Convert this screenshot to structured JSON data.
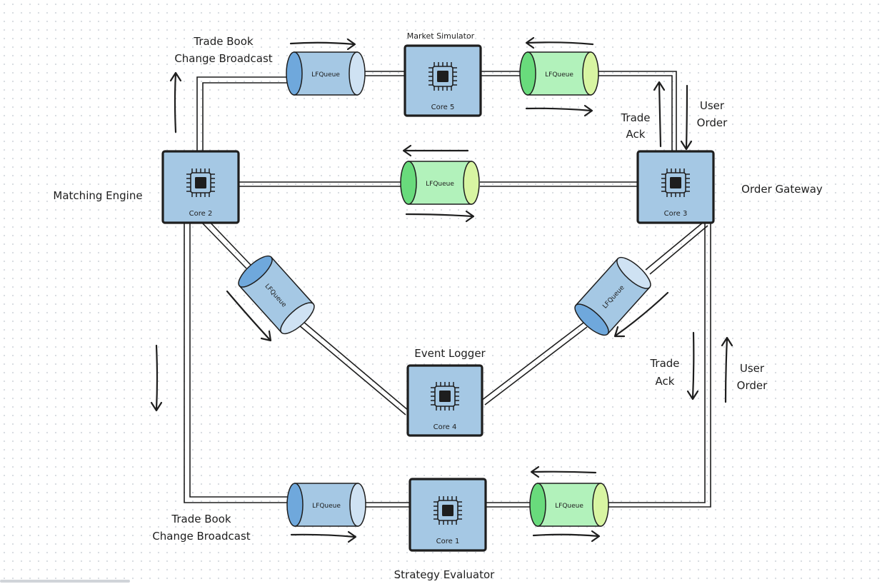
{
  "colors": {
    "background": "#ffffff",
    "core_fill": "#a5c8e4",
    "queue_blue_body": "#a5c8e4",
    "queue_blue_cap": "#6fa8dc",
    "queue_blue_end": "#cfe2f3",
    "queue_green_body": "#b2f2bb",
    "queue_green_cap": "#69db7c",
    "queue_green_end": "#d8f5a2",
    "stroke": "#1e1e1e"
  },
  "cores": [
    {
      "id": "core5",
      "label": "Core 5",
      "title": "Market Simulator",
      "icon": "cpu-chip-icon"
    },
    {
      "id": "core2",
      "label": "Core 2",
      "title": "Matching Engine",
      "icon": "cpu-chip-icon"
    },
    {
      "id": "core3",
      "label": "Core 3",
      "title": "Order Gateway",
      "icon": "cpu-chip-icon"
    },
    {
      "id": "core4",
      "label": "Core 4",
      "title": "Event Logger",
      "icon": "cpu-chip-icon"
    },
    {
      "id": "core1",
      "label": "Core 1",
      "title": "Strategy Evaluator",
      "icon": "cpu-chip-icon"
    }
  ],
  "queues": [
    {
      "id": "q-top-left",
      "label": "LFQueue",
      "color": "blue"
    },
    {
      "id": "q-top-right",
      "label": "LFQueue",
      "color": "green"
    },
    {
      "id": "q-middle",
      "label": "LFQueue",
      "color": "green"
    },
    {
      "id": "q-diag-left",
      "label": "LFQueue",
      "color": "blue"
    },
    {
      "id": "q-diag-right",
      "label": "LFQueue",
      "color": "blue"
    },
    {
      "id": "q-bottom-left",
      "label": "LFQueue",
      "color": "blue"
    },
    {
      "id": "q-bottom-right",
      "label": "LFQueue",
      "color": "green"
    }
  ],
  "annotations": {
    "top_left_broadcast": [
      "Trade Book",
      "Change Broadcast"
    ],
    "bottom_left_broadcast": [
      "Trade Book",
      "Change Broadcast"
    ],
    "top_trade_ack": [
      "Trade",
      "Ack"
    ],
    "top_user_order": [
      "User",
      "Order"
    ],
    "right_trade_ack": [
      "Trade",
      "Ack"
    ],
    "right_user_order": [
      "User",
      "Order"
    ]
  }
}
